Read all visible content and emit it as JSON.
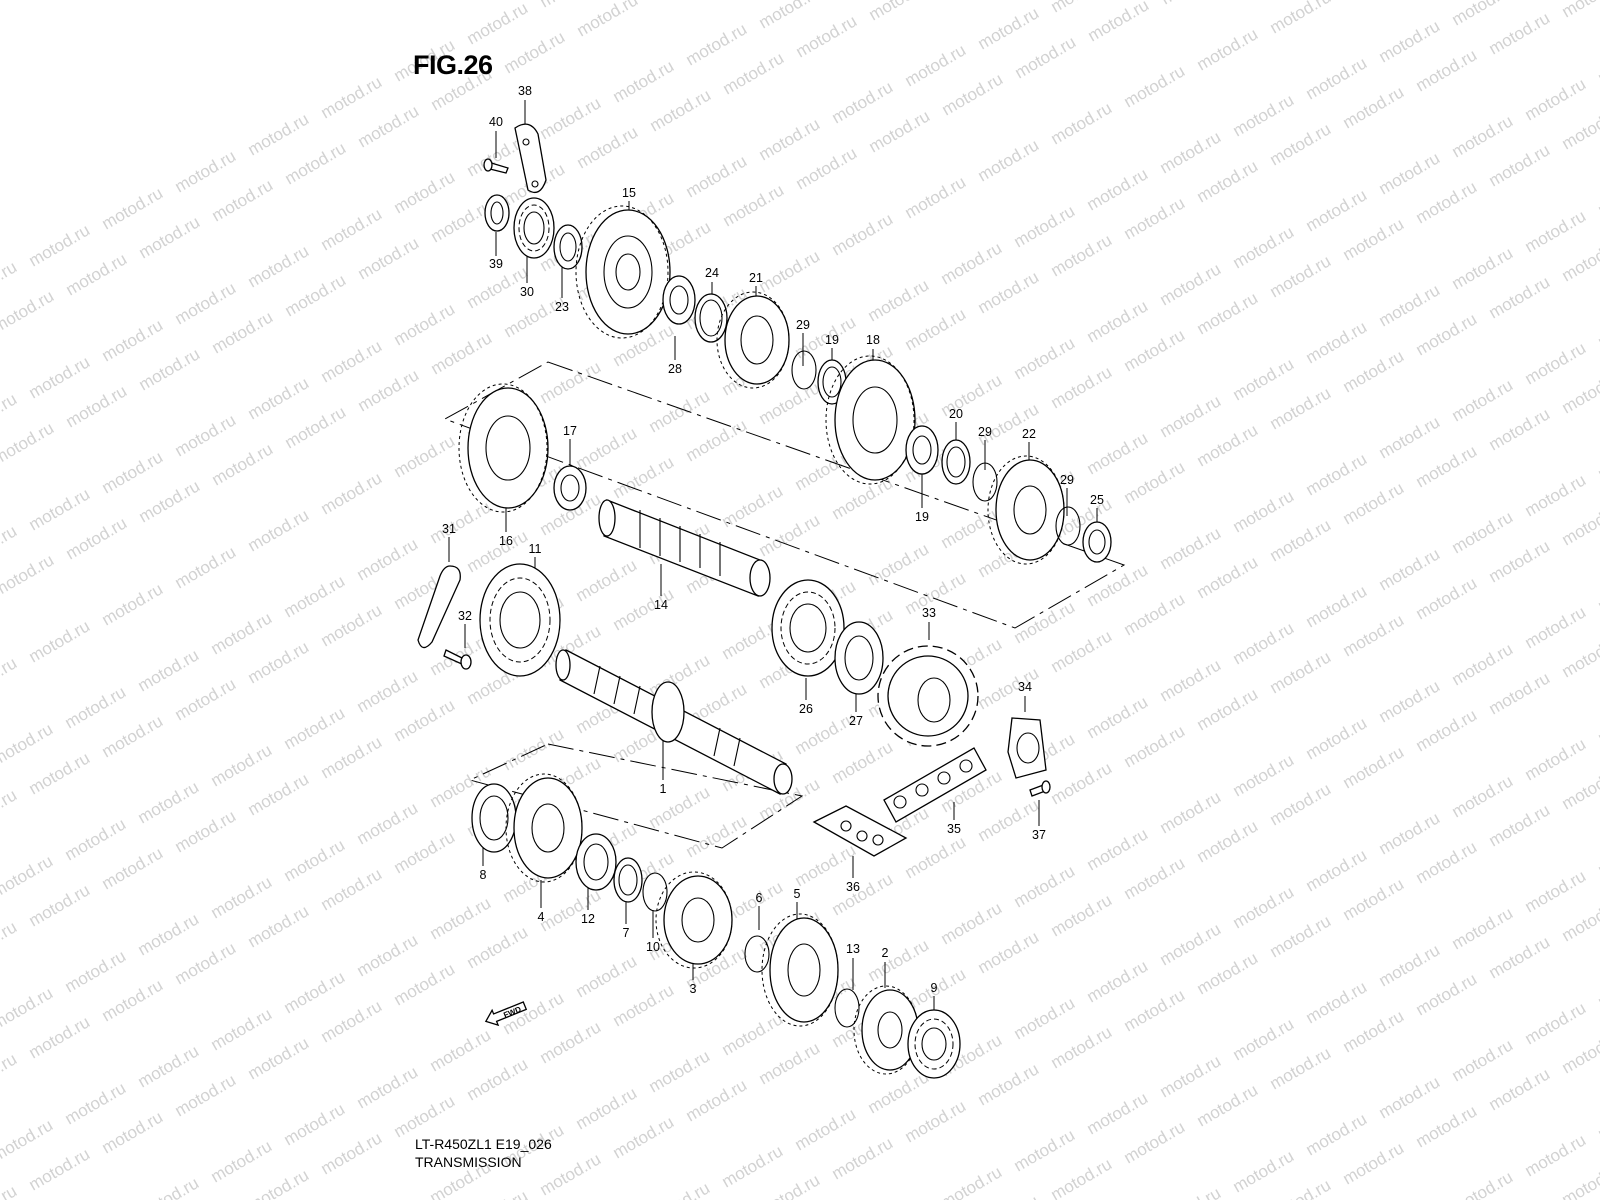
{
  "figure": {
    "title": "FIG.26"
  },
  "footer": {
    "model_code": "LT-R450ZL1 E19_026",
    "section_title": "TRANSMISSION"
  },
  "watermark": {
    "text": "motod.ru",
    "color": "#d2d2d2"
  },
  "direction_marker": {
    "text": "FWD",
    "icon": "arrow-left-icon"
  },
  "callouts": [
    {
      "id": "38",
      "label": "38"
    },
    {
      "id": "40",
      "label": "40"
    },
    {
      "id": "15",
      "label": "15"
    },
    {
      "id": "39",
      "label": "39"
    },
    {
      "id": "30",
      "label": "30"
    },
    {
      "id": "23",
      "label": "23"
    },
    {
      "id": "24",
      "label": "24"
    },
    {
      "id": "21",
      "label": "21"
    },
    {
      "id": "28",
      "label": "28"
    },
    {
      "id": "29a",
      "label": "29"
    },
    {
      "id": "19a",
      "label": "19"
    },
    {
      "id": "18",
      "label": "18"
    },
    {
      "id": "17",
      "label": "17"
    },
    {
      "id": "16",
      "label": "16"
    },
    {
      "id": "20",
      "label": "20"
    },
    {
      "id": "29b",
      "label": "29"
    },
    {
      "id": "22",
      "label": "22"
    },
    {
      "id": "19b",
      "label": "19"
    },
    {
      "id": "29c",
      "label": "29"
    },
    {
      "id": "25",
      "label": "25"
    },
    {
      "id": "31",
      "label": "31"
    },
    {
      "id": "11",
      "label": "11"
    },
    {
      "id": "32",
      "label": "32"
    },
    {
      "id": "14",
      "label": "14"
    },
    {
      "id": "33",
      "label": "33"
    },
    {
      "id": "26",
      "label": "26"
    },
    {
      "id": "27",
      "label": "27"
    },
    {
      "id": "34",
      "label": "34"
    },
    {
      "id": "1",
      "label": "1"
    },
    {
      "id": "35",
      "label": "35"
    },
    {
      "id": "37",
      "label": "37"
    },
    {
      "id": "36",
      "label": "36"
    },
    {
      "id": "8",
      "label": "8"
    },
    {
      "id": "4",
      "label": "4"
    },
    {
      "id": "12",
      "label": "12"
    },
    {
      "id": "7",
      "label": "7"
    },
    {
      "id": "10",
      "label": "10"
    },
    {
      "id": "6",
      "label": "6"
    },
    {
      "id": "5",
      "label": "5"
    },
    {
      "id": "3",
      "label": "3"
    },
    {
      "id": "13",
      "label": "13"
    },
    {
      "id": "2",
      "label": "2"
    },
    {
      "id": "9",
      "label": "9"
    }
  ]
}
